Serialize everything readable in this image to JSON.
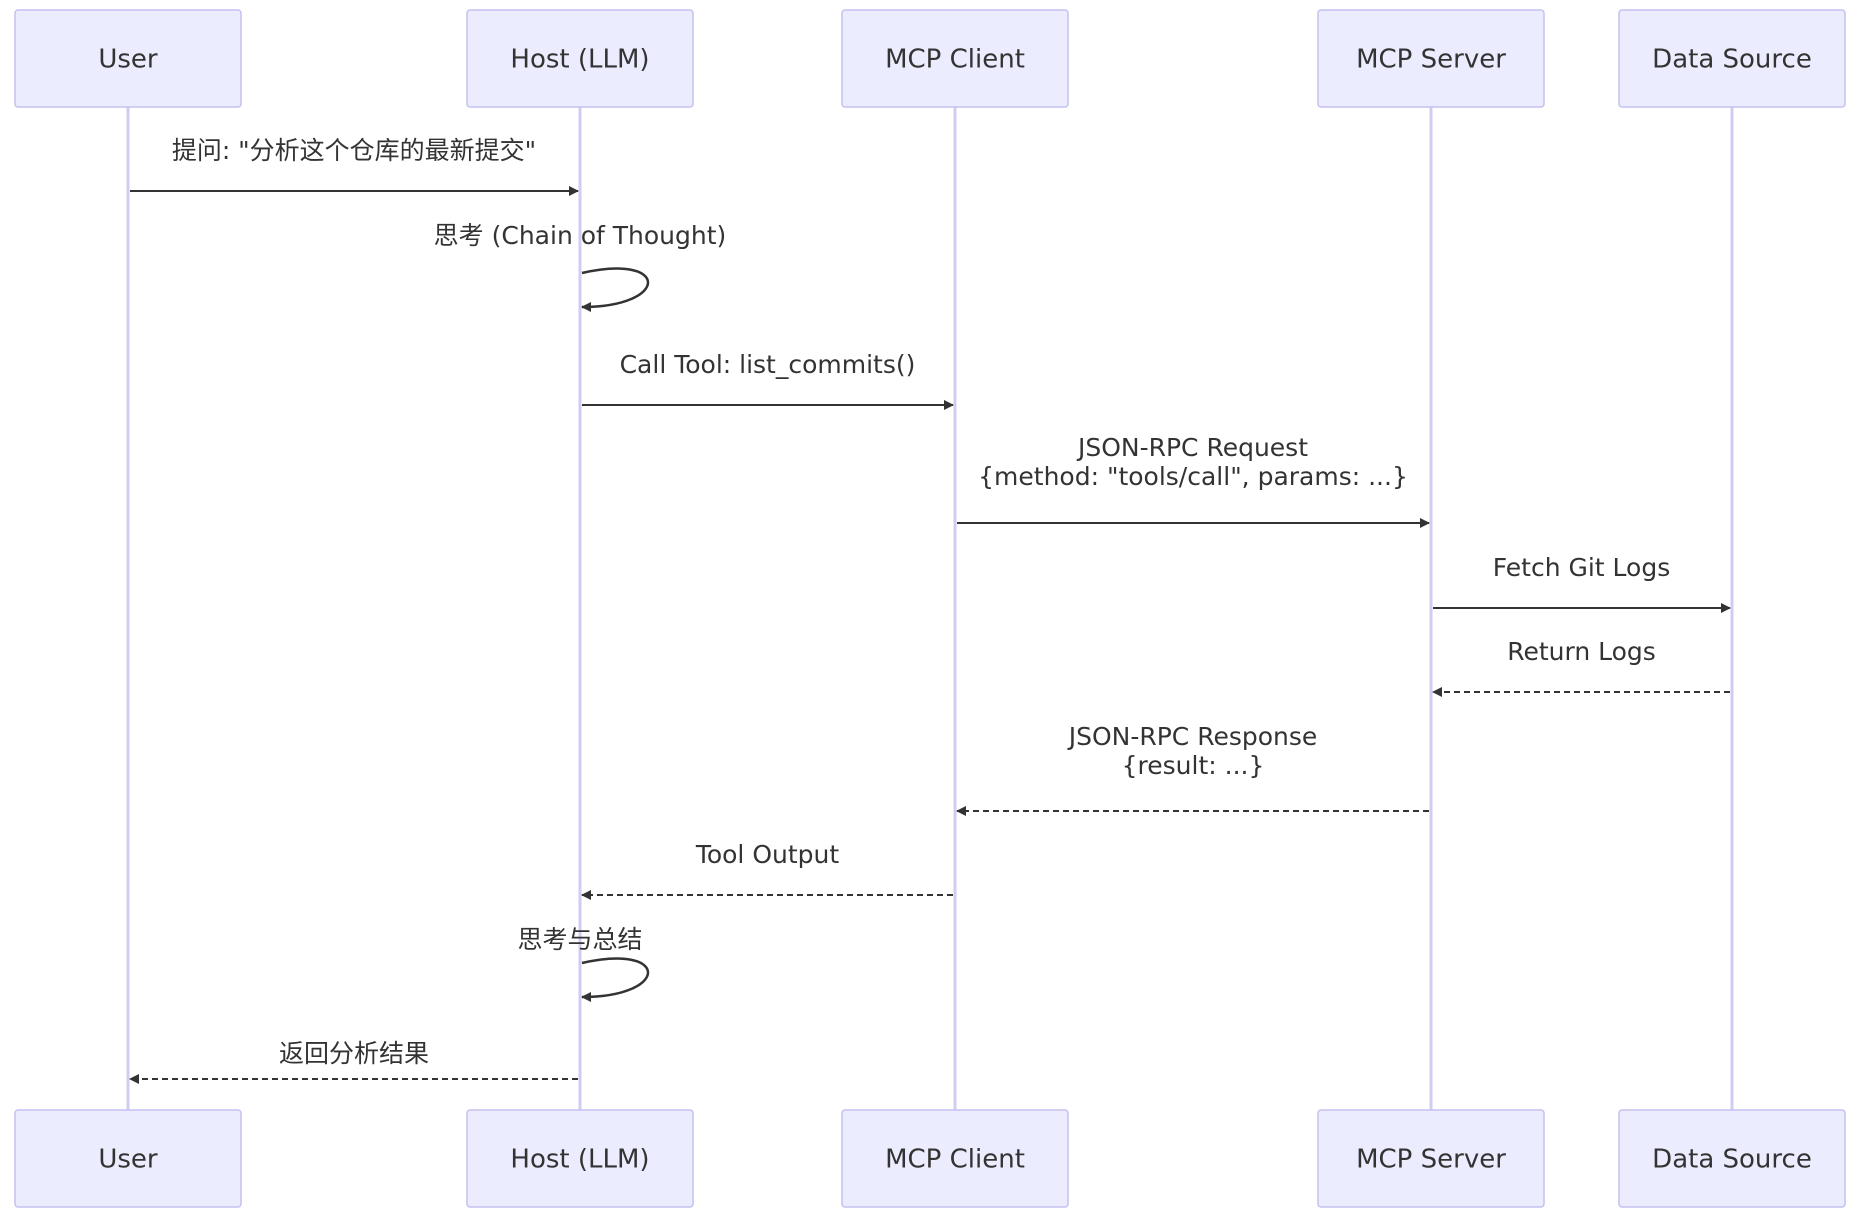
{
  "diagram": {
    "type": "sequence",
    "colors": {
      "actor_fill": "#ECECFF",
      "actor_stroke": "#C5C0F0",
      "lifeline": "#CFCDF0",
      "arrow": "#333333",
      "text": "#333333",
      "background": "#FFFFFF"
    },
    "participants": [
      {
        "id": "user",
        "label": "User"
      },
      {
        "id": "host",
        "label": "Host (LLM)"
      },
      {
        "id": "client",
        "label": "MCP Client"
      },
      {
        "id": "server",
        "label": "MCP Server"
      },
      {
        "id": "data",
        "label": "Data Source"
      }
    ],
    "messages": [
      {
        "from": "user",
        "to": "host",
        "style": "solid",
        "lines": [
          "提问: \"分析这个仓库的最新提交\""
        ]
      },
      {
        "from": "host",
        "to": "host",
        "style": "solid",
        "lines": [
          "思考 (Chain of Thought)"
        ]
      },
      {
        "from": "host",
        "to": "client",
        "style": "solid",
        "lines": [
          "Call Tool: list_commits()"
        ]
      },
      {
        "from": "client",
        "to": "server",
        "style": "solid",
        "lines": [
          "JSON-RPC Request",
          "{method: \"tools/call\", params: ...}"
        ]
      },
      {
        "from": "server",
        "to": "data",
        "style": "solid",
        "lines": [
          "Fetch Git Logs"
        ]
      },
      {
        "from": "data",
        "to": "server",
        "style": "dashed",
        "lines": [
          "Return Logs"
        ]
      },
      {
        "from": "server",
        "to": "client",
        "style": "dashed",
        "lines": [
          "JSON-RPC Response",
          "{result: ...}"
        ]
      },
      {
        "from": "client",
        "to": "host",
        "style": "dashed",
        "lines": [
          "Tool Output"
        ]
      },
      {
        "from": "host",
        "to": "host",
        "style": "solid",
        "lines": [
          "思考与总结"
        ]
      },
      {
        "from": "host",
        "to": "user",
        "style": "dashed",
        "lines": [
          "返回分析结果"
        ]
      }
    ]
  }
}
